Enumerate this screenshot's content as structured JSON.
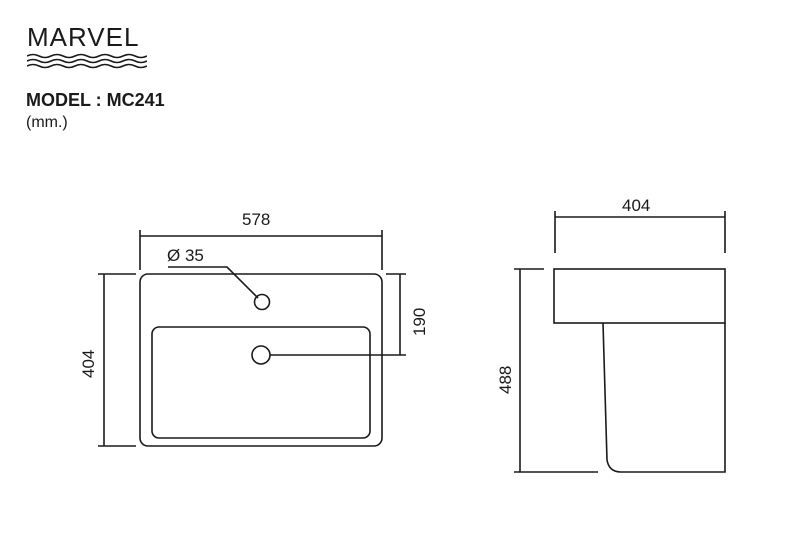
{
  "header": {
    "brand": "MARVEL",
    "model": "MODEL : MC241",
    "units": "(mm.)"
  },
  "top_view": {
    "width_label": "578",
    "depth_label": "404",
    "tap_hole_label": "Ø 35",
    "offset_label": "190"
  },
  "side_view": {
    "depth_label": "404",
    "height_label": "488"
  },
  "colors": {
    "line": "#1a1a1a",
    "background": "#ffffff"
  }
}
